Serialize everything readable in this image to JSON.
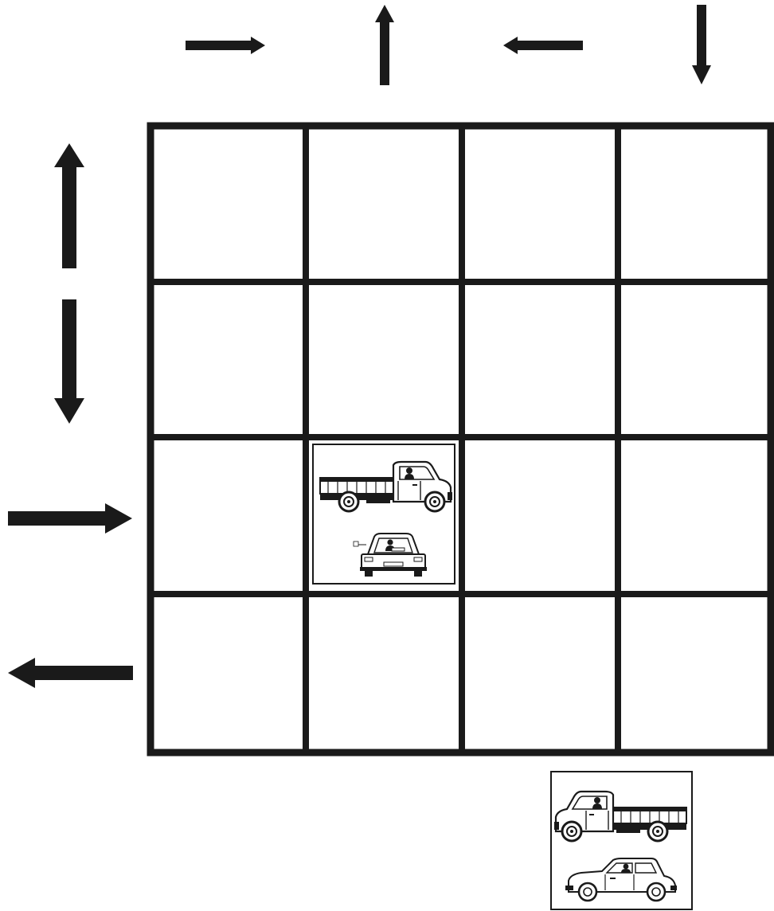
{
  "puzzle": {
    "grid": {
      "rows": 4,
      "cols": 4,
      "highlighted_cell": {
        "row": 3,
        "col": 2
      }
    },
    "top_arrows": [
      {
        "name": "arrow-right-icon",
        "direction": "right"
      },
      {
        "name": "arrow-up-icon",
        "direction": "up"
      },
      {
        "name": "arrow-left-icon",
        "direction": "left"
      },
      {
        "name": "arrow-down-icon",
        "direction": "down"
      }
    ],
    "left_arrows": [
      {
        "name": "arrow-up-icon",
        "direction": "up"
      },
      {
        "name": "arrow-down-icon",
        "direction": "down"
      },
      {
        "name": "arrow-right-icon",
        "direction": "right"
      },
      {
        "name": "arrow-left-icon",
        "direction": "left"
      }
    ],
    "cell_picture": {
      "top_vehicle": "pickup-truck-side-facing-right",
      "bottom_vehicle": "hatchback-rear-view"
    },
    "answer_picture": {
      "top_vehicle": "pickup-truck-side-facing-left",
      "bottom_vehicle": "hatchback-side-facing-left"
    },
    "colors": {
      "ink": "#1a1a1a",
      "background": "#ffffff"
    }
  }
}
